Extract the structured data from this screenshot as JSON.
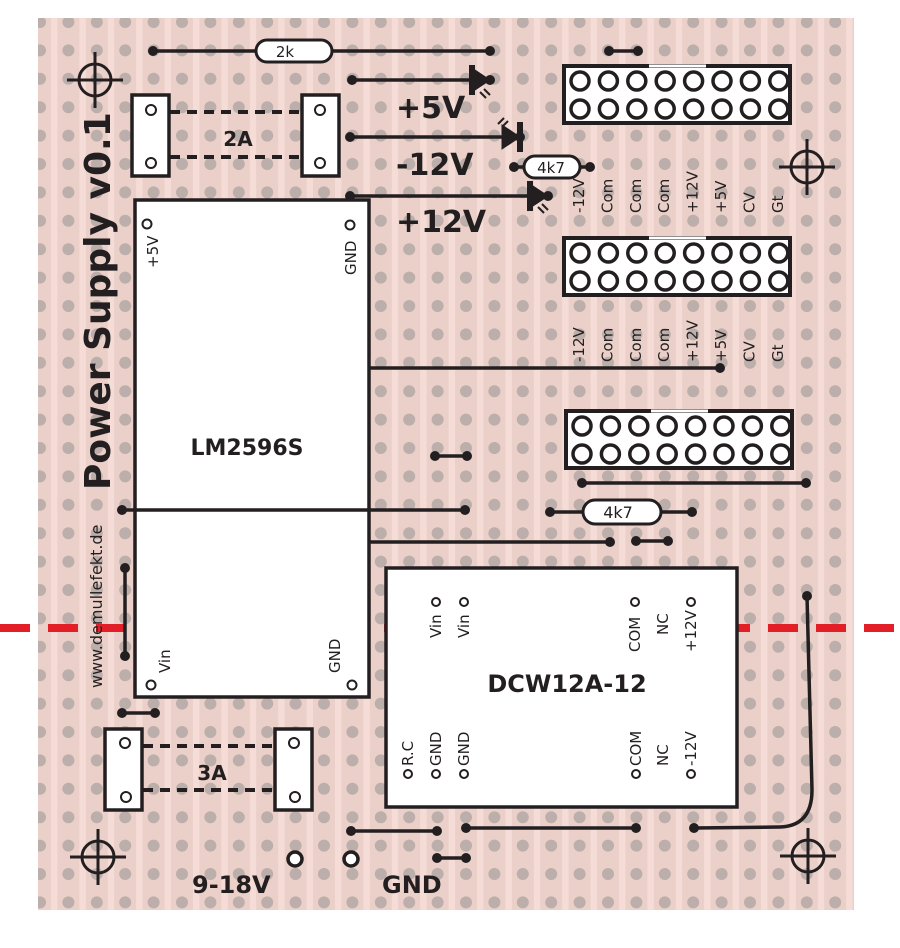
{
  "colors": {
    "board": "#f5dcd6",
    "strip": "#ead0c9",
    "hole": "#bcaeaa",
    "ink": "#231f20",
    "cut_line": "#e21f26",
    "component_fill": "#ffffff"
  },
  "title": {
    "project": "Power Supply v0.1",
    "website": "www.demullefekt.de"
  },
  "components": {
    "resistor_2k": "2k",
    "resistor_4k7_top": "4k7",
    "resistor_4k7_bottom": "4k7",
    "fuse_top": "2A",
    "fuse_bottom": "3A",
    "buck_converter": {
      "name": "LM2596S",
      "pins": {
        "out_plus": "+5V",
        "out_gnd": "GND",
        "in_vin": "Vin",
        "in_gnd": "GND"
      }
    },
    "dcdc_module": {
      "name": "DCW12A-12",
      "pins_top_left": [
        "Vin",
        "Vin"
      ],
      "pins_top_right": [
        "COM",
        "NC",
        "+12V"
      ],
      "pins_bottom_left": [
        "R.C",
        "GND",
        "GND"
      ],
      "pins_bottom_right": [
        "COM",
        "NC",
        "-12V"
      ]
    }
  },
  "leds": [
    "+5V",
    "-12V",
    "+12V"
  ],
  "headers": {
    "pin_labels": [
      "-12V",
      "Com",
      "Com",
      "Com",
      "+12V",
      "+5V",
      "CV",
      "Gt"
    ]
  },
  "power_input": {
    "voltage": "9-18V",
    "ground": "GND"
  }
}
